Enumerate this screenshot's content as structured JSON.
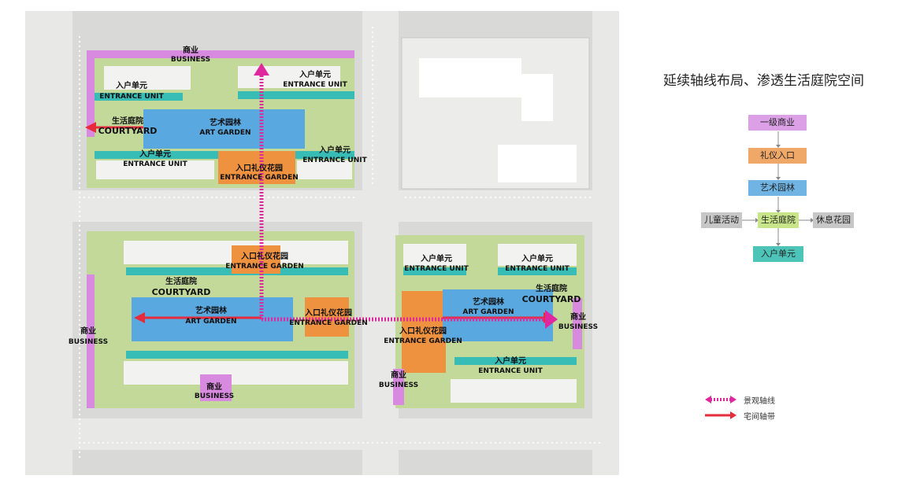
{
  "title": "延续轴线布局、渗透生活庭院空间",
  "plan_labels": {
    "business_top_cn": "商业",
    "business_top_en": "BUSINESS",
    "entrance_unit_1_cn": "入户单元",
    "entrance_unit_1_en": "ENTRANCE UNIT",
    "entrance_unit_2_cn": "入户单元",
    "entrance_unit_2_en": "ENTRANCE UNIT",
    "courtyard_1_cn": "生活庭院",
    "courtyard_1_en": "COURTYARD",
    "art_garden_1_cn": "艺术园林",
    "art_garden_1_en": "ART GARDEN",
    "entrance_unit_3_cn": "入户单元",
    "entrance_unit_3_en": "ENTRANCE UNIT",
    "entrance_unit_4_cn": "入户单元",
    "entrance_unit_4_en": "ENTRANCE UNIT",
    "entrance_garden_1_cn": "入口礼仪花园",
    "entrance_garden_1_en": "ENTRANCE GARDEN",
    "entrance_garden_2_cn": "入口礼仪花园",
    "entrance_garden_2_en": "ENTRANCE GARDEN",
    "courtyard_2_cn": "生活庭院",
    "courtyard_2_en": "COURTYARD",
    "art_garden_2_cn": "艺术园林",
    "art_garden_2_en": "ART GARDEN",
    "entrance_garden_3_cn": "入口礼仪花园",
    "entrance_garden_3_en": "ENTRANCE GARDEN",
    "business_left_cn": "商业",
    "business_left_en": "BUSINESS",
    "business_bottom_cn": "商业",
    "business_bottom_en": "BUSINESS",
    "entrance_unit_5_cn": "入户单元",
    "entrance_unit_5_en": "ENTRANCE UNIT",
    "entrance_unit_6_cn": "入户单元",
    "entrance_unit_6_en": "ENTRANCE UNIT",
    "courtyard_3_cn": "生活庭院",
    "courtyard_3_en": "COURTYARD",
    "art_garden_3_cn": "艺术园林",
    "art_garden_3_en": "ART GARDEN",
    "business_right_cn": "商业",
    "business_right_en": "BUSINESS",
    "entrance_garden_4_cn": "入口礼仪花园",
    "entrance_garden_4_en": "ENTRANCE GARDEN",
    "business_br_cn": "商业",
    "business_br_en": "BUSINESS",
    "entrance_unit_7_cn": "入户单元",
    "entrance_unit_7_en": "ENTRANCE UNIT"
  },
  "flow": {
    "business": {
      "label": "一级商业",
      "color": "#dba0e6"
    },
    "entrance": {
      "label": "礼仪入口",
      "color": "#f0a868"
    },
    "art": {
      "label": "艺术园林",
      "color": "#6fb4e2"
    },
    "courtyard": {
      "label": "生活庭院",
      "color": "#c8e58a"
    },
    "kids": {
      "label": "儿童活动",
      "color": "#c7c7c7"
    },
    "rest": {
      "label": "休息花园",
      "color": "#c7c7c7"
    },
    "unit": {
      "label": "入户单元",
      "color": "#4dc4b8"
    }
  },
  "legend": {
    "landscape_axis": "景观轴线",
    "home_axis": "宅间轴带"
  },
  "colors": {
    "business": "#d88ae0",
    "unit": "#38bcb6",
    "art": "#5aa8e0",
    "entrance": "#ee9240",
    "green": "#bcd890",
    "axis_magenta": "#e0289e",
    "axis_red": "#e62c3c"
  }
}
